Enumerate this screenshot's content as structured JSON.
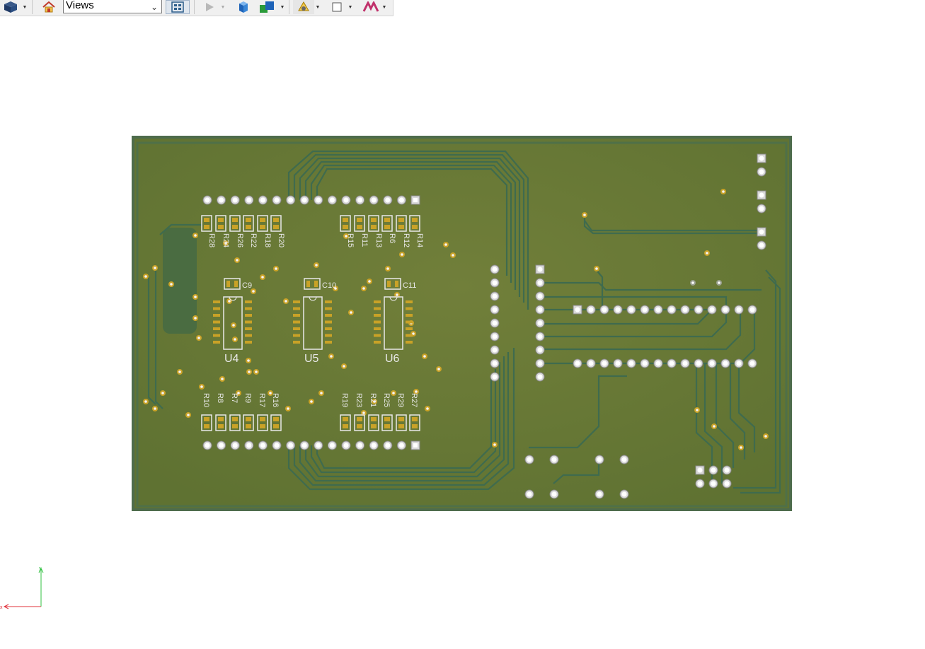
{
  "toolbar": {
    "views_value": "Views",
    "icons": [
      "draw-style-icon",
      "home-icon",
      "views-select",
      "fit-all-icon",
      "play-icon",
      "standard-view-icon",
      "isometric-icon",
      "std-views-icon",
      "box-selection-icon",
      "measure-icon"
    ]
  },
  "board": {
    "silkscreen_labels": {
      "top_resistors": [
        "R28",
        "R24",
        "R26",
        "R22",
        "R18",
        "R20",
        "R15",
        "R11",
        "R13",
        "R6",
        "R12",
        "R14"
      ],
      "bottom_resistors": [
        "R10",
        "R8",
        "R7",
        "R9",
        "R17",
        "R16",
        "R19",
        "R23",
        "R21",
        "R25",
        "R29",
        "R27"
      ],
      "capacitors": [
        "C9",
        "C10",
        "C11"
      ],
      "ics": [
        "U4",
        "U5",
        "U6"
      ]
    },
    "colors": {
      "board": "#6b7b38",
      "edge": "#4c6a4a",
      "trace": "#3f6b4e",
      "silk": "#e8e8e8",
      "pad": "#c9a227"
    }
  },
  "axis": {
    "x_label": "x",
    "y_label": "y",
    "x_color": "#e0303a",
    "y_color": "#30c040"
  }
}
